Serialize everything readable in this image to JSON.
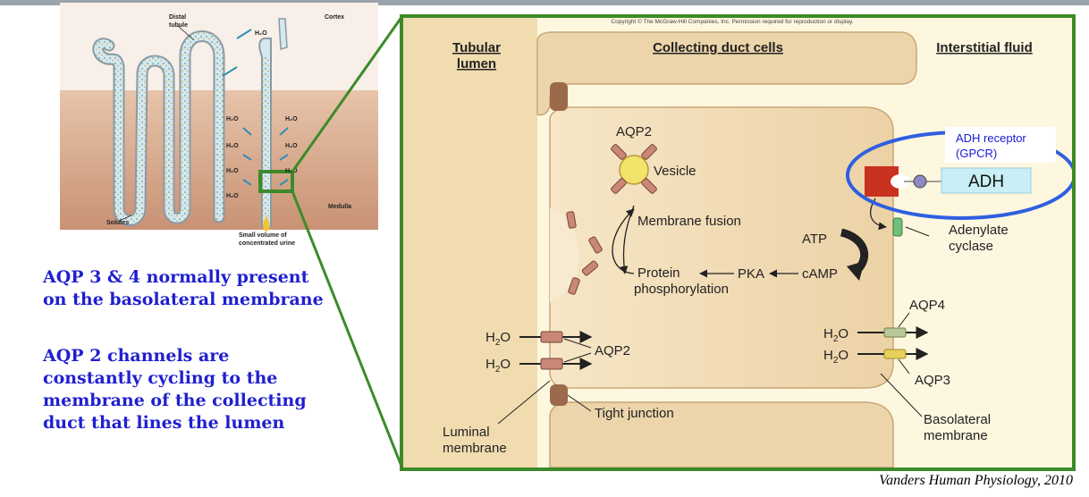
{
  "inset": {
    "labels": {
      "distal_tubule_line1": "Distal",
      "distal_tubule_line2": "tubule",
      "cortex": "Cortex",
      "medulla": "Medulla",
      "solutes": "Solutes",
      "h2o": "H₂O",
      "small_volume_line1": "Small volume of",
      "small_volume_line2": "concentrated urine"
    }
  },
  "text_blocks": {
    "aqp34": [
      "AQP 3 & 4 normally present",
      "on the basolateral membrane"
    ],
    "aqp2": [
      "AQP 2 channels are",
      "constantly cycling to the",
      "membrane of the collecting",
      "duct that lines the lumen"
    ]
  },
  "diagram": {
    "copyright": "Copyright © The McGraw-Hill Companies, Inc. Permission required for reproduction or display.",
    "headers": {
      "tubular_lumen_line1": "Tubular",
      "tubular_lumen_line2": "lumen",
      "collecting_duct_cells": "Collecting duct cells",
      "interstitial_fluid": "Interstitial fluid"
    },
    "labels": {
      "aqp2_top": "AQP2",
      "vesicle": "Vesicle",
      "membrane_fusion": "Membrane fusion",
      "protein": "Protein",
      "phosphorylation": "phosphorylation",
      "pka": "PKA",
      "camp": "cAMP",
      "atp": "ATP",
      "adenylate": "Adenylate",
      "cyclase": "cyclase",
      "adh_receptor_line1": "ADH receptor",
      "adh_receptor_line2": "(GPCR)",
      "adh": "ADH",
      "aqp4": "AQP4",
      "aqp3": "AQP3",
      "aqp2_lower": "AQP2",
      "h2o_prefix": "H",
      "h2o_sub": "2",
      "h2o_suffix": "O",
      "tight_junction": "Tight junction",
      "luminal_line1": "Luminal",
      "luminal_line2": "membrane",
      "basolateral_line1": "Basolateral",
      "basolateral_line2": "membrane"
    },
    "colors": {
      "frame": "#3d8a2a",
      "highlight_ellipse": "#2f5fe0",
      "adh_receptor_text": "#1a1ad6",
      "bullet_text": "#1f1fd0"
    }
  },
  "credit": "Vanders Human Physiology, 2010"
}
